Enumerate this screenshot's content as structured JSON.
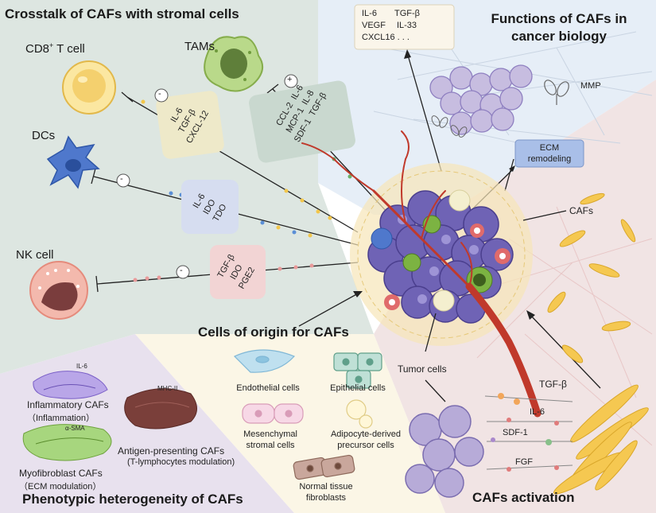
{
  "sections": {
    "crosstalk_title": "Crosstalk of CAFs with stromal cells",
    "functions_title_line1": "Functions of CAFs in",
    "functions_title_line2": "cancer biology",
    "origin_title": "Cells of origin for CAFs",
    "phenotypic_title": "Phenotypic heterogeneity of CAFs",
    "activation_title": "CAFs activation"
  },
  "stromal_cells": {
    "cd8_main": "CD8",
    "cd8_sup": "+",
    "cd8_suffix": " T cell",
    "tams": "TAMs",
    "dcs": "DCs",
    "nk": "NK cell"
  },
  "signs": {
    "minus": "-",
    "plus": "+"
  },
  "factor_groups": {
    "cd8": [
      "IL-6",
      "TGF-β",
      "CXCL-12"
    ],
    "tams": [
      [
        "CCL-2",
        "IL-6"
      ],
      [
        "MCP-1",
        "IL-8"
      ],
      [
        "SDF-1",
        "TGF-β"
      ]
    ],
    "dcs": [
      "IL-6",
      "IDO",
      "TDO"
    ],
    "nk": [
      "TGF-β",
      "IDO",
      "PGE2"
    ]
  },
  "secreted_box": {
    "row1_a": "IL-6",
    "row1_b": "TGF-β",
    "row2_a": "VEGF",
    "row2_b": "IL-33",
    "row3": "CXCL16 . . ."
  },
  "functions": {
    "mmp": "MMP",
    "ecm_line1": "ECM",
    "ecm_line2": "remodeling",
    "cafs": "CAFs",
    "tumor_cells": "Tumor cells"
  },
  "origin_cells": {
    "endothelial": "Endothelial cells",
    "epithelial": "Epithelial cells",
    "mesenchymal_line1": "Mesenchymal",
    "mesenchymal_line2": "stromal cells",
    "adipocyte_line1": "Adipocyte-derived",
    "adipocyte_line2": "precursor cells",
    "fibro_line1": "Normal tissue",
    "fibro_line2": "fibroblasts"
  },
  "phenotypes": {
    "il6_marker": "IL-6",
    "inflammatory": "Inflammatory CAFs",
    "inflammatory_sub": "（Inflammation）",
    "sma_marker": "α-SMA",
    "myofibroblast": "Myofibroblast CAFs",
    "myofibroblast_sub": "（ECM  modulation）",
    "mhc_marker": "MHC-II",
    "antigen": "Antigen-presenting CAFs",
    "antigen_sub": "(T-lymphocytes modulation)"
  },
  "activation": {
    "tgfb": "TGF-β",
    "il6": "IL-6",
    "sdf1": "SDF-1",
    "fgf": "FGF"
  },
  "colors": {
    "crosstalk_bg": "#dde6e1",
    "functions_bg": "#e6eef7",
    "activation_bg": "#f1e4e4",
    "phenotype_bg": "#e8e1ee",
    "origin_bg": "#fbf6e6",
    "tumor_purple": "#6f63b5",
    "caf_yellow": "#f2c64a",
    "vessel_red": "#c0392b",
    "ecm_box": "#a9bfe8"
  }
}
